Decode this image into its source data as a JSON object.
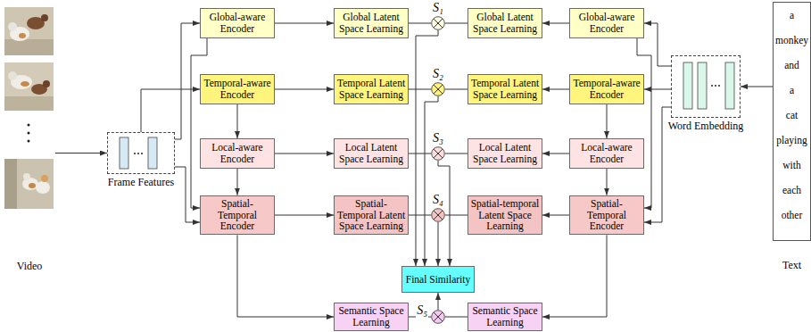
{
  "diagram": {
    "nodes": [
      {
        "text": [
          "Video"
        ]
      },
      {
        "text": [
          "Frame Features"
        ]
      },
      {
        "text": [
          "Global-aware Encoder"
        ]
      },
      {
        "text": [
          "Global Latent Space Learning"
        ]
      },
      {
        "text": [
          "S₁"
        ]
      },
      {
        "text": [
          "Global Latent Space Learning"
        ]
      },
      {
        "text": [
          "Global-aware Encoder"
        ]
      },
      {
        "text": [
          "a monkey and a cat playing with each other",
          "Text"
        ]
      },
      {
        "text": [
          "Temporal-aware Encoder"
        ]
      },
      {
        "text": [
          "Temporal Latent Space Learning"
        ]
      },
      {
        "text": [
          "S₂"
        ]
      },
      {
        "text": [
          "Temporal Latent Space Learning"
        ]
      },
      {
        "text": [
          "Temporal-aware Encoder"
        ]
      },
      {
        "text": [
          "Word Embedding"
        ]
      },
      {
        "text": [
          "Local-aware Encoder"
        ]
      },
      {
        "text": [
          "Local Latent Space Learning"
        ]
      },
      {
        "text": [
          "S₃"
        ]
      },
      {
        "text": [
          "Local Latent Space Learning"
        ]
      },
      {
        "text": [
          "Local-aware Encoder"
        ]
      },
      {
        "text": [
          "Spatial-Temporal Encoder"
        ]
      },
      {
        "text": [
          "Spatial-Temporal Latent Space Learning"
        ]
      },
      {
        "text": [
          "S₄"
        ]
      },
      {
        "text": [
          "Spatial-temporal Latent Space Learning"
        ]
      },
      {
        "text": [
          "Spatial-Temporal Encoder"
        ]
      },
      {
        "text": [
          "Final Similarity"
        ]
      },
      {
        "text": [
          "Semantic Space Learning"
        ]
      },
      {
        "text": [
          "S₅"
        ]
      },
      {
        "text": [
          "Semantic Space Learning"
        ]
      }
    ],
    "edges": [
      {
        "from": 0,
        "to": 1,
        "arrow": "to"
      },
      {
        "from": 1,
        "to": 2,
        "arrow": "to"
      },
      {
        "from": 1,
        "to": 8,
        "arrow": "to"
      },
      {
        "from": 1,
        "to": 19,
        "arrow": "to"
      },
      {
        "from": 2,
        "to": 3,
        "arrow": "to"
      },
      {
        "from": 3,
        "to": 4,
        "arrow": "none"
      },
      {
        "from": 5,
        "to": 4,
        "arrow": "none"
      },
      {
        "from": 6,
        "to": 5,
        "arrow": "to"
      },
      {
        "from": 7,
        "to": 13,
        "arrow": "to"
      },
      {
        "from": 13,
        "to": 6,
        "arrow": "to"
      },
      {
        "from": 13,
        "to": 12,
        "arrow": "to"
      },
      {
        "from": 13,
        "to": 23,
        "arrow": "to"
      },
      {
        "from": 2,
        "to": 19,
        "arrow": "to"
      },
      {
        "from": 6,
        "to": 23,
        "arrow": "to"
      },
      {
        "from": 8,
        "to": 9,
        "arrow": "to"
      },
      {
        "from": 8,
        "to": 14,
        "arrow": "to"
      },
      {
        "from": 9,
        "to": 10,
        "arrow": "none"
      },
      {
        "from": 11,
        "to": 10,
        "arrow": "none"
      },
      {
        "from": 12,
        "to": 11,
        "arrow": "to"
      },
      {
        "from": 12,
        "to": 18,
        "arrow": "to"
      },
      {
        "from": 14,
        "to": 15,
        "arrow": "to"
      },
      {
        "from": 14,
        "to": 19,
        "arrow": "to"
      },
      {
        "from": 15,
        "to": 16,
        "arrow": "none"
      },
      {
        "from": 17,
        "to": 16,
        "arrow": "none"
      },
      {
        "from": 18,
        "to": 17,
        "arrow": "to"
      },
      {
        "from": 18,
        "to": 23,
        "arrow": "to"
      },
      {
        "from": 19,
        "to": 20,
        "arrow": "to"
      },
      {
        "from": 19,
        "to": 25,
        "arrow": "to"
      },
      {
        "from": 20,
        "to": 21,
        "arrow": "none"
      },
      {
        "from": 22,
        "to": 21,
        "arrow": "none"
      },
      {
        "from": 23,
        "to": 22,
        "arrow": "to"
      },
      {
        "from": 23,
        "to": 27,
        "arrow": "to"
      },
      {
        "from": 4,
        "to": 24,
        "arrow": "to"
      },
      {
        "from": 10,
        "to": 24,
        "arrow": "to"
      },
      {
        "from": 16,
        "to": 24,
        "arrow": "to"
      },
      {
        "from": 21,
        "to": 24,
        "arrow": "to"
      },
      {
        "from": 25,
        "to": 26,
        "arrow": "none"
      },
      {
        "from": 27,
        "to": 26,
        "arrow": "none"
      },
      {
        "from": 26,
        "to": 24,
        "arrow": "to"
      }
    ]
  }
}
